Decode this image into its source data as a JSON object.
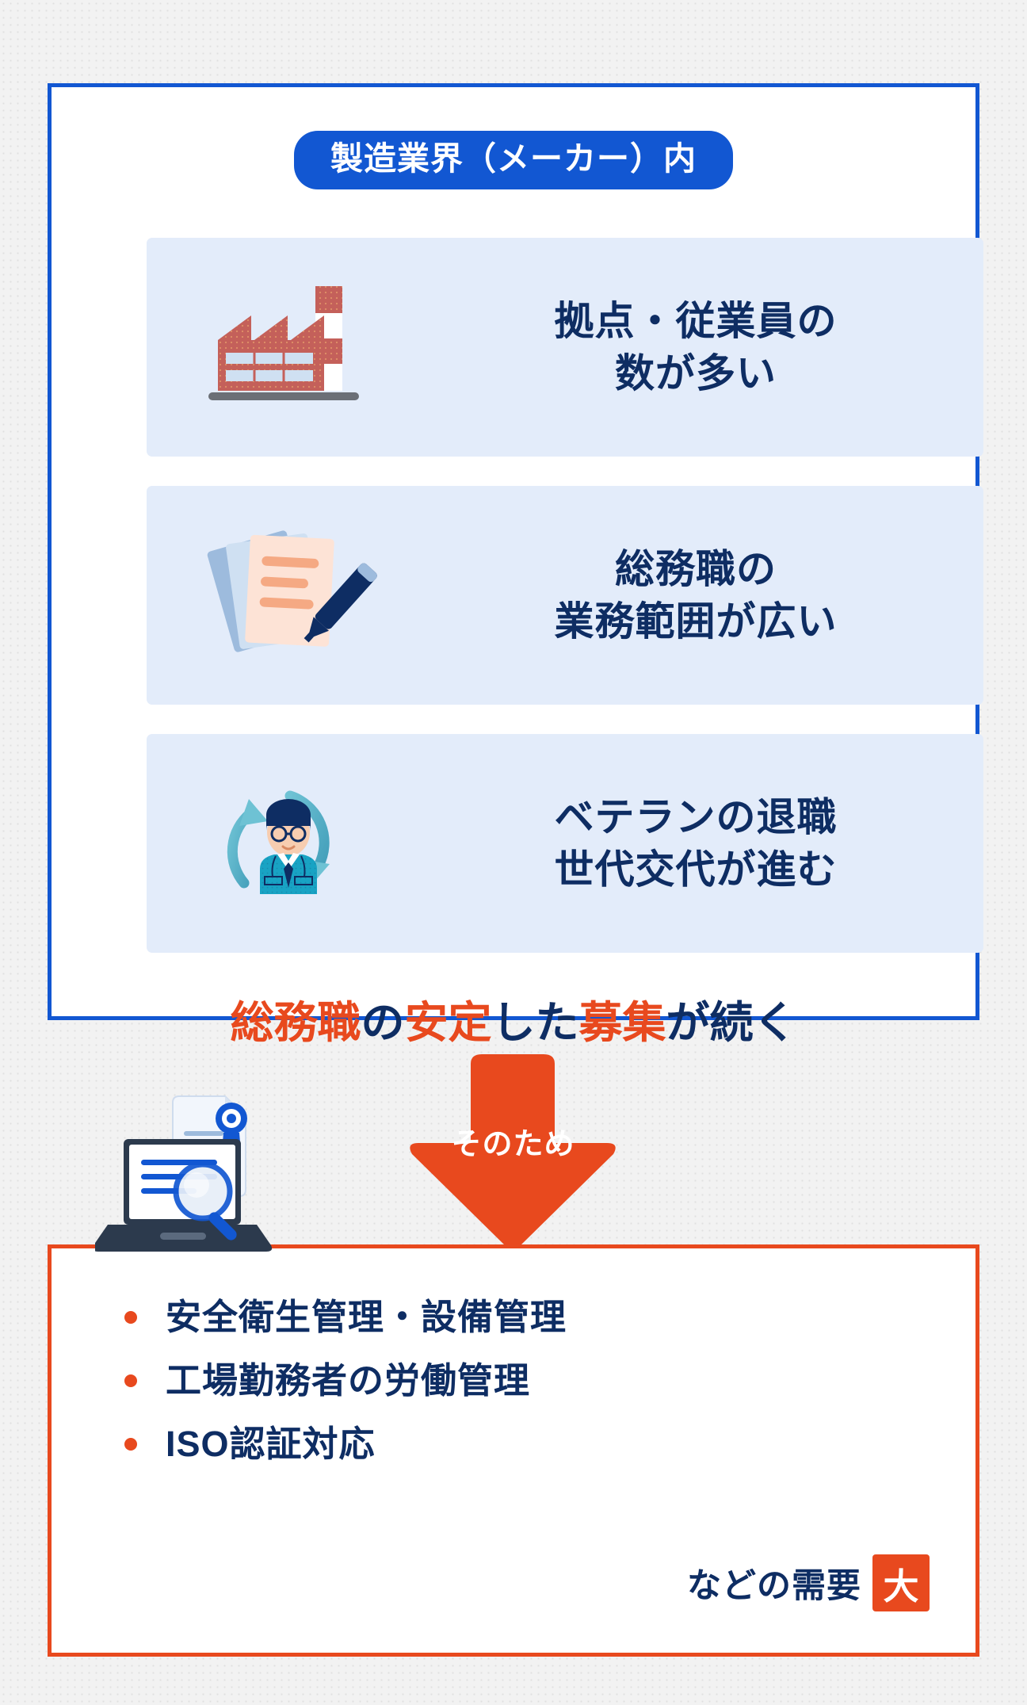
{
  "header": {
    "badge_label": "製造業界（メーカー）内"
  },
  "cards": [
    {
      "icon": "factory-icon",
      "line1": "拠点・従業員の",
      "line2": "数が多い"
    },
    {
      "icon": "documents-pen-icon",
      "line1": "総務職の",
      "line2": "業務範囲が広い"
    },
    {
      "icon": "worker-rotation-icon",
      "line1": "ベテランの退職",
      "line2": "世代交代が進む"
    }
  ],
  "summary": {
    "segments": [
      {
        "text": "総務職",
        "color": "orange"
      },
      {
        "text": "の",
        "color": "navy"
      },
      {
        "text": "安定",
        "color": "orange"
      },
      {
        "text": "した",
        "color": "navy"
      },
      {
        "text": "募集",
        "color": "orange"
      },
      {
        "text": "が続く",
        "color": "navy"
      }
    ],
    "seg0": "総務職",
    "seg1": "の",
    "seg2": "安定",
    "seg3": "した",
    "seg4": "募集",
    "seg5": "が続く"
  },
  "arrow": {
    "label": "そのため",
    "icon": "down-arrow-icon"
  },
  "laptop": {
    "icon": "laptop-certificate-magnifier-icon"
  },
  "bottom": {
    "bullets": [
      "安全衛生管理・設備管理",
      "工場勤務者の労働管理",
      "ISO認証対応"
    ],
    "demand_text": "などの需要",
    "demand_badge": "大"
  },
  "colors": {
    "blue": "#1257d2",
    "navy": "#0e2d63",
    "orange": "#e8491e",
    "card_bg": "#e3ecfa",
    "page_bg": "#f2f2f2",
    "teal": "#4fa8c0",
    "brick": "#c4605a"
  }
}
